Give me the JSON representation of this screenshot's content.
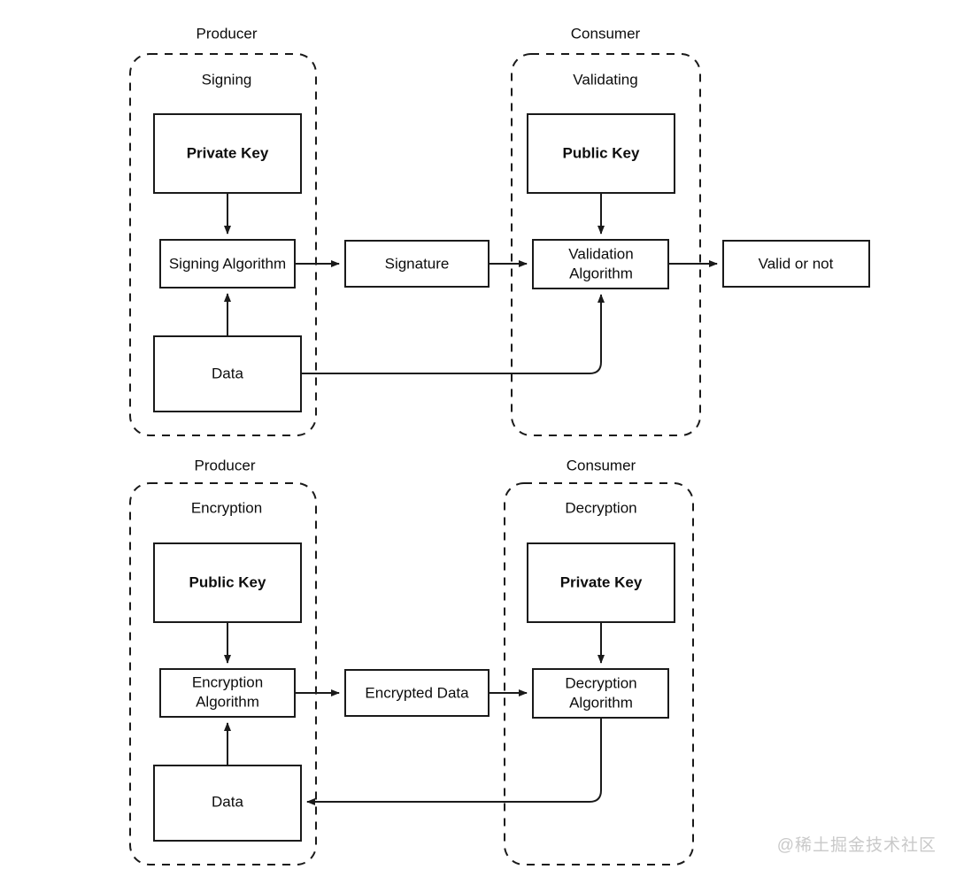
{
  "page": {
    "background": "#ffffff",
    "stroke_color": "#1a1a1a",
    "text_color": "#0d0d0d",
    "watermark": "@稀土掘金技术社区"
  },
  "diagrams": [
    {
      "id": "signature-flow",
      "producer": {
        "section_title": "Producer",
        "group_title": "Signing",
        "nodes": [
          {
            "id": "private-key",
            "label": "Private Key",
            "bold": true
          },
          {
            "id": "signing-algorithm",
            "label": "Signing Algorithm",
            "bold": false
          },
          {
            "id": "data",
            "label": "Data",
            "bold": false
          }
        ]
      },
      "consumer": {
        "section_title": "Consumer",
        "group_title": "Validating",
        "nodes": [
          {
            "id": "public-key",
            "label": "Public Key",
            "bold": true
          },
          {
            "id": "validation-algorithm",
            "label": "Validation\nAlgorithm",
            "line1": "Validation",
            "line2": "Algorithm",
            "bold": false
          }
        ]
      },
      "between_nodes": [
        {
          "id": "signature",
          "label": "Signature",
          "bold": false
        }
      ],
      "outputs": [
        {
          "id": "valid-or-not",
          "label": "Valid or not",
          "bold": false
        }
      ]
    },
    {
      "id": "encryption-flow",
      "producer": {
        "section_title": "Producer",
        "group_title": "Encryption",
        "nodes": [
          {
            "id": "public-key-2",
            "label": "Public Key",
            "bold": true
          },
          {
            "id": "encryption-algorithm",
            "label": "Encryption\nAlgorithm",
            "line1": "Encryption",
            "line2": "Algorithm",
            "bold": false
          },
          {
            "id": "data-2",
            "label": "Data",
            "bold": false
          }
        ]
      },
      "consumer": {
        "section_title": "Consumer",
        "group_title": "Decryption",
        "nodes": [
          {
            "id": "private-key-2",
            "label": "Private Key",
            "bold": true
          },
          {
            "id": "decryption-algorithm",
            "label": "Decryption\nAlgorithm",
            "line1": "Decryption",
            "line2": "Algorithm",
            "bold": false
          }
        ]
      },
      "between_nodes": [
        {
          "id": "encrypted-data",
          "label": "Encrypted Data",
          "bold": false
        }
      ],
      "outputs": []
    }
  ]
}
